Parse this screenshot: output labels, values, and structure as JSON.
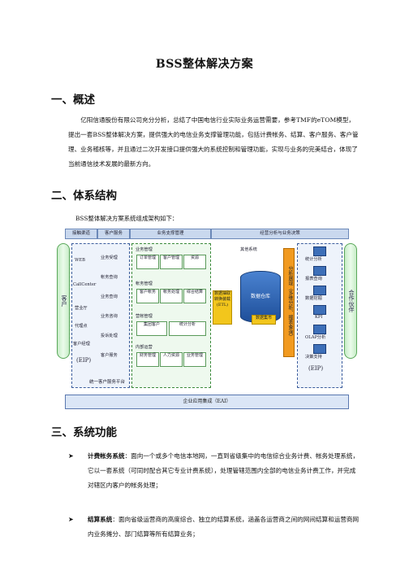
{
  "doc": {
    "title": "BSS整体解决方案",
    "section1_heading": "一、概述",
    "section1_para": "亿阳信通股份有限公司充分分析，总结了中国电信行业实际业务运营需要，参考TMF的eTOM模型，提出一套BSS整体解决方案，提供强大的电信业务支撑管理功能，包括计费帐务、结算、客户服务、客户管理、业务稽核等，并且通过二次开发接口提供强大的系统控制和管理功能，实现与业务的完美结合，体现了当前通信技术发展的最新方向。",
    "section2_heading": "二、体系结构",
    "section2_caption": "BSS整体解决方案系统组成架构如下：",
    "section3_heading": "三、系统功能",
    "bullets": [
      {
        "label": "计费帐务系统",
        "text": "：面向一个或多个电信本地网，一直到省级集中的电信综合业务计费、帐务处理系统，它以一套系统（可同时配合其它专业计费系统），处理管辖范围内全部的电信业务计费工作，并完成对辖区内客户的帐务处理；"
      },
      {
        "label": "结算系统",
        "text": "：面向省级运营商的高度综合、独立的结算系统，涵盖各运营商之间的网间结算和运营商网内业务摊分、部门结算等所有结算业务；"
      }
    ]
  },
  "diagram": {
    "headers": [
      "接触渠道",
      "客户服务",
      "业务支撑管理",
      "经营分析与业务决策"
    ],
    "left_roll": "客户",
    "right_roll": "合作伙伴",
    "channels": [
      "WEB",
      "CallCenter",
      "营业厅",
      "代理点",
      "客户经理"
    ],
    "cust_service": [
      "业务受理",
      "帐务查询",
      "业务查询",
      "业务咨询",
      "投诉处理",
      "客户服务"
    ],
    "eip_label": "(EIP)",
    "portal_label": "统一客户服务平台",
    "groups": [
      {
        "title": "业务管理",
        "items": [
          "订单管理",
          "客户管理",
          "资源"
        ]
      },
      {
        "title": "帐务管理",
        "items": [
          "客户帐务",
          "帐务处理",
          "综合结算"
        ]
      },
      {
        "title": "营帐管理",
        "items": [
          "集团客户",
          "统计分析"
        ]
      },
      {
        "title": "内部运营",
        "items": [
          "财务管理",
          "人力资源",
          "业务管理"
        ]
      }
    ],
    "etl_label": "数据抽取转换装载(ETL)",
    "source_label": "其他系统",
    "dw_label": "数据仓库",
    "mart_label": "数据集市",
    "analysis_bar": "分析展现（多维分析、报表查询）",
    "right_items": [
      "统计分析",
      "报表查询",
      "数据挖掘",
      "KPI",
      "OLAP分析",
      "决策支持"
    ],
    "rip_label": "(EIP)",
    "eai_label": "企业应用集成（EAI）"
  }
}
